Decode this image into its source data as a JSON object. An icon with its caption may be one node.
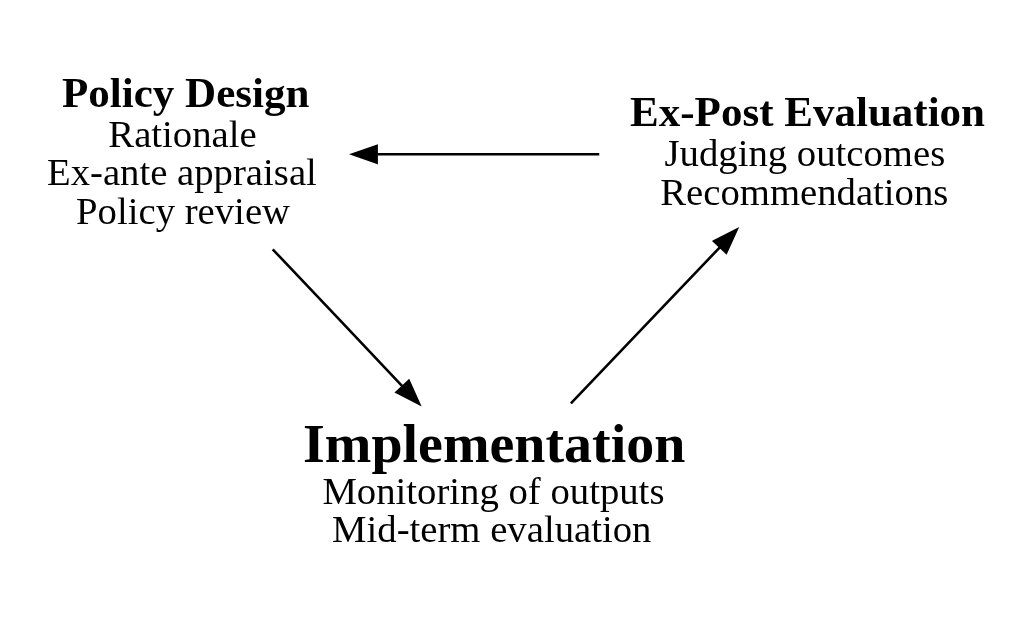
{
  "diagram": {
    "nodes": [
      {
        "text": [
          "Policy Design",
          "Rationale",
          "Ex-ante appraisal",
          "Policy review"
        ]
      },
      {
        "text": [
          "Implementation",
          "Monitoring of outputs",
          "Mid-term evaluation"
        ]
      },
      {
        "text": [
          "Ex-Post Evaluation",
          "Judging outcomes",
          "Recommendations"
        ]
      }
    ],
    "edges": [
      {
        "from": 0,
        "to": 1,
        "arrow": "to"
      },
      {
        "from": 1,
        "to": 2,
        "arrow": "to"
      },
      {
        "from": 2,
        "to": 0,
        "arrow": "to"
      }
    ]
  }
}
